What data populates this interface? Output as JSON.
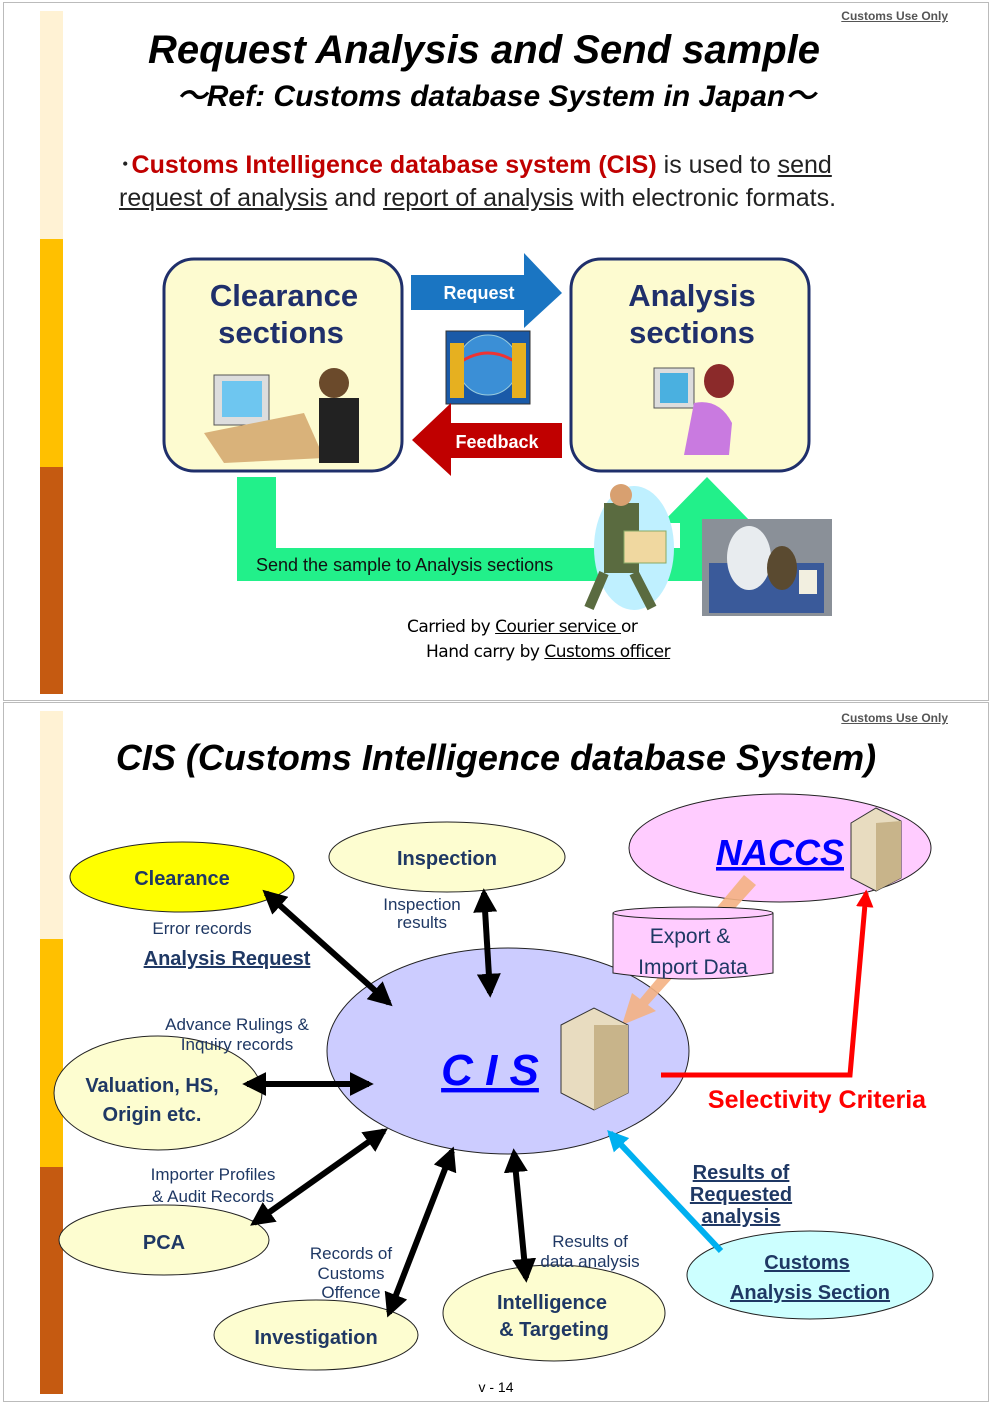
{
  "slide1": {
    "confidential": "Customs Use Only",
    "title": "Request Analysis and Send sample",
    "subtitle": "～Ref: Customs database System in Japan～",
    "bullet": "･",
    "para": {
      "system_name": "Customs Intelligence database system (CIS)",
      "t1": " is used to ",
      "u1": "send request of analysis",
      "t2": " and ",
      "u2": "report of analysis",
      "t3": " with electronic formats."
    },
    "diagram": {
      "left_box": [
        "Clearance",
        "sections"
      ],
      "right_box": [
        "Analysis",
        "sections"
      ],
      "request_label": "Request",
      "feedback_label": "Feedback",
      "send_label": "Send the sample to Analysis sections",
      "carried_1": "Carried by ",
      "carried_1u": "Courier service ",
      "carried_1b": "or",
      "carried_2": "Hand carry by ",
      "carried_2u": "Customs officer",
      "colors": {
        "box_fill": "#fdfbd0",
        "box_border": "#1f2f6b",
        "request": "#1a75c2",
        "feedback": "#c00000",
        "green": "#22f08a"
      }
    }
  },
  "slide2": {
    "confidential": "Customs Use Only",
    "title": "CIS (Customs Intelligence database System)",
    "nodes": {
      "clearance": "Clearance",
      "inspection": "Inspection",
      "naccs": "NACCS",
      "valuation": [
        "Valuation, HS,",
        "Origin etc."
      ],
      "pca": "PCA",
      "investigation": "Investigation",
      "intelligence": [
        "Intelligence",
        "& Targeting"
      ],
      "customs_analysis": [
        "Customs",
        "Analysis Section"
      ],
      "cis": "C I S",
      "export_import": [
        "Export &",
        "Import Data"
      ]
    },
    "labels": {
      "error_records": "Error records",
      "analysis_request": "Analysis Request",
      "inspection_results": [
        "Inspection",
        "results"
      ],
      "advance_rulings": [
        "Advance Rulings &",
        "Inquiry records"
      ],
      "importer_profiles": [
        "Importer Profiles",
        "& Audit Records"
      ],
      "records_offence": [
        "Records of",
        "Customs",
        "Offence"
      ],
      "results_data": [
        "Results of",
        "data analysis"
      ],
      "results_requested": [
        "Results of",
        "Requested",
        "analysis"
      ],
      "selectivity": "Selectivity Criteria"
    },
    "page_number": "v - 14",
    "colors": {
      "text": "#1f3864",
      "cis_fill": "#ccccff",
      "node_fill": "#fdfdd0",
      "clearance_fill": "#ffff00",
      "naccs_fill": "#ffccff",
      "analysis_fill": "#ccffff",
      "red": "#ff0000",
      "cyan": "#00b0f0"
    }
  }
}
